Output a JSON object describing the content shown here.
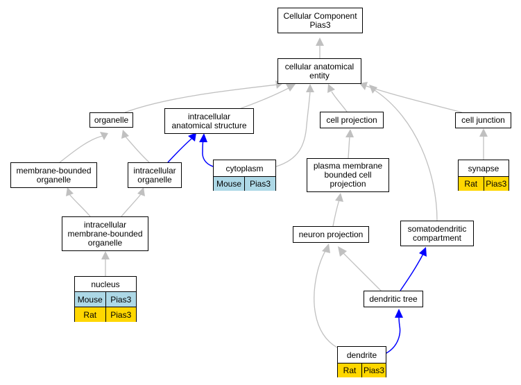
{
  "nodes": {
    "root": "Cellular Component\nPias3",
    "cae": "cellular anatomical\nentity",
    "organelle": "organelle",
    "ias": "intracellular\nanatomical structure",
    "cell_projection": "cell projection",
    "cell_junction": "cell junction",
    "mbo": "membrane-bounded\norganelle",
    "io": "intracellular\norganelle",
    "pmbcp": "plasma membrane\nbounded cell\nprojection",
    "imbo": "intracellular\nmembrane-bounded\norganelle",
    "neuron_projection": "neuron projection",
    "somatodendritic": "somatodendritic\ncompartment",
    "dendritic_tree": "dendritic tree"
  },
  "terms": {
    "cytoplasm": {
      "title": "cytoplasm",
      "rows": [
        [
          "Mouse",
          "Pias3"
        ]
      ]
    },
    "synapse": {
      "title": "synapse",
      "rows": [
        [
          "Rat",
          "Pias3"
        ]
      ]
    },
    "nucleus": {
      "title": "nucleus",
      "rows": [
        [
          "Mouse",
          "Pias3"
        ],
        [
          "Rat",
          "Pias3"
        ]
      ]
    },
    "dendrite": {
      "title": "dendrite",
      "rows": [
        [
          "Rat",
          "Pias3"
        ]
      ]
    }
  },
  "colors": {
    "edge_default": "#c0c0c0",
    "edge_highlight": "#0000ff",
    "mouse": "#add8e6",
    "rat": "#ffd700"
  }
}
